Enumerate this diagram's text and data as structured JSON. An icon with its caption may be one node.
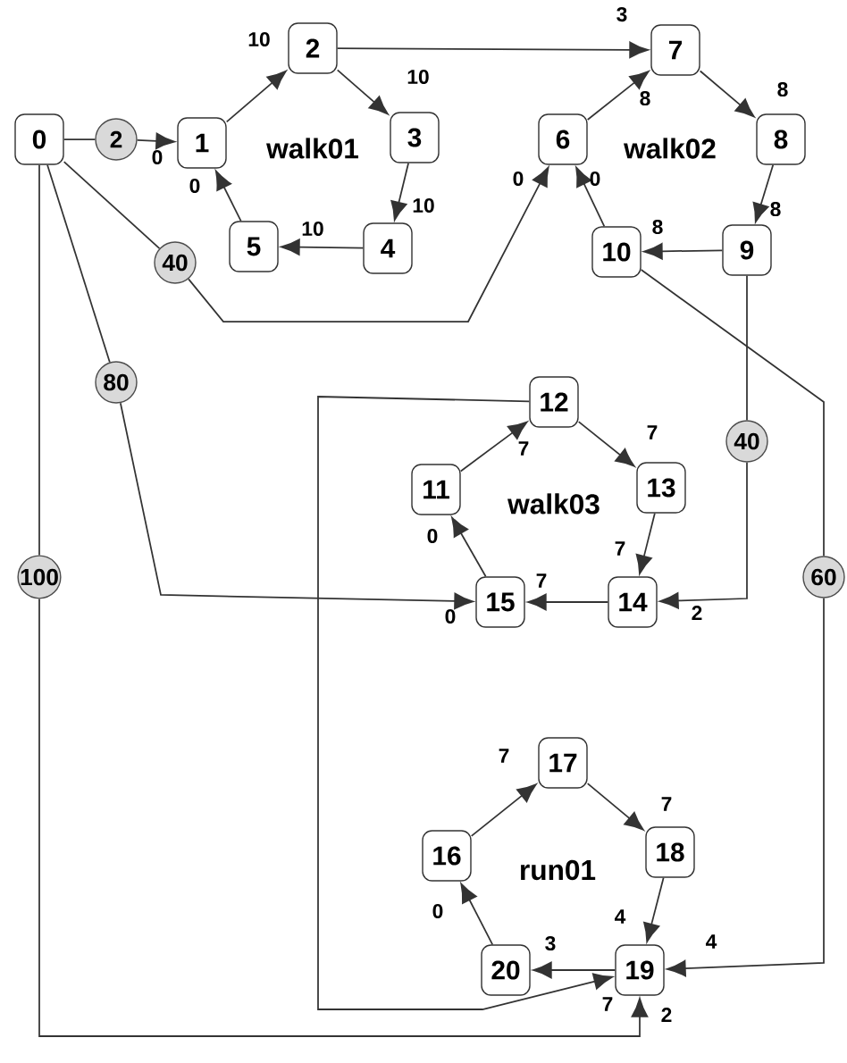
{
  "diagram": {
    "nodes": [
      {
        "text": [
          "0"
        ]
      },
      {
        "text": [
          "1"
        ]
      },
      {
        "text": [
          "2"
        ]
      },
      {
        "text": [
          "3"
        ]
      },
      {
        "text": [
          "4"
        ]
      },
      {
        "text": [
          "5"
        ]
      },
      {
        "text": [
          "6"
        ]
      },
      {
        "text": [
          "7"
        ]
      },
      {
        "text": [
          "8"
        ]
      },
      {
        "text": [
          "9"
        ]
      },
      {
        "text": [
          "10"
        ]
      },
      {
        "text": [
          "11"
        ]
      },
      {
        "text": [
          "12"
        ]
      },
      {
        "text": [
          "13"
        ]
      },
      {
        "text": [
          "14"
        ]
      },
      {
        "text": [
          "15"
        ]
      },
      {
        "text": [
          "16"
        ]
      },
      {
        "text": [
          "17"
        ]
      },
      {
        "text": [
          "18"
        ]
      },
      {
        "text": [
          "19"
        ]
      },
      {
        "text": [
          "20"
        ]
      },
      {
        "text": [
          "2"
        ]
      },
      {
        "text": [
          "40"
        ]
      },
      {
        "text": [
          "80"
        ]
      },
      {
        "text": [
          "100"
        ]
      },
      {
        "text": [
          "40"
        ]
      },
      {
        "text": [
          "60"
        ]
      }
    ],
    "edges": [
      {
        "from": 1,
        "to": 2,
        "arrow": "to",
        "label": "10"
      },
      {
        "from": 2,
        "to": 3,
        "arrow": "to",
        "label": "10"
      },
      {
        "from": 3,
        "to": 4,
        "arrow": "to",
        "label": "10"
      },
      {
        "from": 4,
        "to": 5,
        "arrow": "to",
        "label": "10"
      },
      {
        "from": 5,
        "to": 1,
        "arrow": "to",
        "label": "0"
      },
      {
        "from": 2,
        "to": 7,
        "arrow": "to",
        "label": "3"
      },
      {
        "from": 6,
        "to": 7,
        "arrow": "to",
        "label": "8"
      },
      {
        "from": 7,
        "to": 8,
        "arrow": "to",
        "label": "8"
      },
      {
        "from": 8,
        "to": 9,
        "arrow": "to",
        "label": "8"
      },
      {
        "from": 9,
        "to": 10,
        "arrow": "to",
        "label": "8"
      },
      {
        "from": 10,
        "to": 6,
        "arrow": "to",
        "label": "0"
      },
      {
        "from": 11,
        "to": 12,
        "arrow": "to",
        "label": "7"
      },
      {
        "from": 12,
        "to": 13,
        "arrow": "to",
        "label": "7"
      },
      {
        "from": 13,
        "to": 14,
        "arrow": "to",
        "label": "7"
      },
      {
        "from": 14,
        "to": 15,
        "arrow": "to",
        "label": "7"
      },
      {
        "from": 15,
        "to": 11,
        "arrow": "to",
        "label": "0"
      },
      {
        "from": 16,
        "to": 17,
        "arrow": "to",
        "label": "7"
      },
      {
        "from": 17,
        "to": 18,
        "arrow": "to",
        "label": "7"
      },
      {
        "from": 18,
        "to": 19,
        "arrow": "to",
        "label": "4"
      },
      {
        "from": 19,
        "to": 20,
        "arrow": "to",
        "label": "3"
      },
      {
        "from": 20,
        "to": 16,
        "arrow": "to",
        "label": "0"
      },
      {
        "from": 0,
        "to": 21,
        "arrow": "none"
      },
      {
        "from": 21,
        "to": 1,
        "arrow": "to",
        "label": "0"
      },
      {
        "from": 0,
        "to": 22,
        "arrow": "none"
      },
      {
        "from": 22,
        "to": 6,
        "arrow": "to",
        "label": "0"
      },
      {
        "from": 0,
        "to": 23,
        "arrow": "none"
      },
      {
        "from": 23,
        "to": 15,
        "arrow": "to",
        "label": "0"
      },
      {
        "from": 0,
        "to": 24,
        "arrow": "none"
      },
      {
        "from": 24,
        "to": 19,
        "arrow": "to",
        "label": "2"
      },
      {
        "from": 9,
        "to": 25,
        "arrow": "none"
      },
      {
        "from": 25,
        "to": 14,
        "arrow": "to",
        "label": "2"
      },
      {
        "from": 10,
        "to": 26,
        "arrow": "none"
      },
      {
        "from": 26,
        "to": 19,
        "arrow": "to",
        "label": "4"
      },
      {
        "from": 12,
        "to": 19,
        "arrow": "to",
        "label": "7"
      }
    ],
    "labels": [
      "walk01",
      "walk02",
      "walk03",
      "run01"
    ]
  }
}
